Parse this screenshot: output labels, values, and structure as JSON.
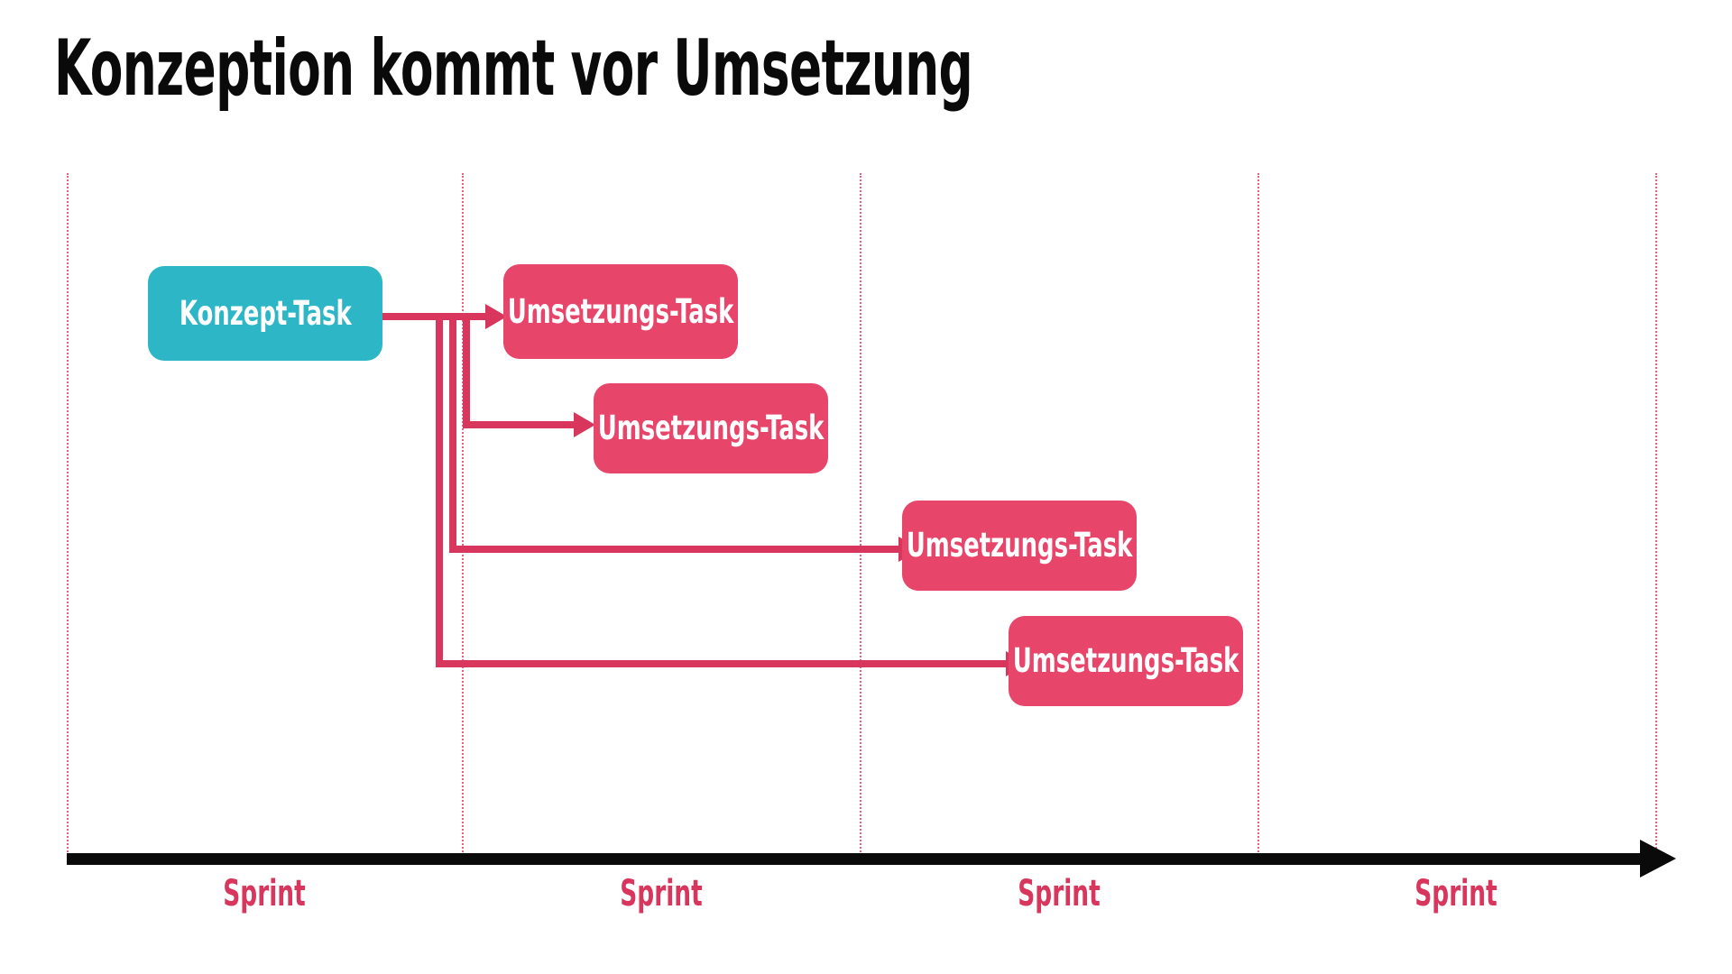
{
  "slide": {
    "title": "Konzeption kommt vor Umsetzung",
    "background_color": "#ffffff"
  },
  "colors": {
    "title_text": "#0a0a0a",
    "concept_task": "#2db6c6",
    "implementation_task": "#e8456b",
    "connector": "#d8365c",
    "gridline": "#e8456b",
    "axis": "#0a0a0a",
    "sprint_label": "#d8365c",
    "task_label_text": "#ffffff"
  },
  "chart_data": {
    "type": "diagram",
    "title": "Konzeption kommt vor Umsetzung",
    "xlabel": "",
    "ylabel": "",
    "grid": true,
    "legend_position": "none",
    "axis": {
      "orientation": "horizontal",
      "arrow": true,
      "tick_labels": [
        "Sprint",
        "Sprint",
        "Sprint",
        "Sprint"
      ],
      "gridline_count": 5
    },
    "nodes": [
      {
        "id": "konzept-task",
        "label": "Konzept-Task",
        "type": "concept",
        "color": "#2db6c6",
        "sprint": 1,
        "row": 1
      },
      {
        "id": "umsetzungs-task-1",
        "label": "Umsetzungs-Task",
        "type": "implementation",
        "color": "#e8456b",
        "sprint": 2,
        "row": 1
      },
      {
        "id": "umsetzungs-task-2",
        "label": "Umsetzungs-Task",
        "type": "implementation",
        "color": "#e8456b",
        "sprint": 2,
        "row": 2
      },
      {
        "id": "umsetzungs-task-3",
        "label": "Umsetzungs-Task",
        "type": "implementation",
        "color": "#e8456b",
        "sprint": 3,
        "row": 3
      },
      {
        "id": "umsetzungs-task-4",
        "label": "Umsetzungs-Task",
        "type": "implementation",
        "color": "#e8456b",
        "sprint": 3,
        "row": 4
      }
    ],
    "edges": [
      {
        "from": "konzept-task",
        "to": "umsetzungs-task-1"
      },
      {
        "from": "konzept-task",
        "to": "umsetzungs-task-2"
      },
      {
        "from": "konzept-task",
        "to": "umsetzungs-task-3"
      },
      {
        "from": "konzept-task",
        "to": "umsetzungs-task-4"
      }
    ]
  },
  "tasks": {
    "concept": {
      "label": "Konzept-Task"
    },
    "implementation_1": {
      "label": "Umsetzungs-Task"
    },
    "implementation_2": {
      "label": "Umsetzungs-Task"
    },
    "implementation_3": {
      "label": "Umsetzungs-Task"
    },
    "implementation_4": {
      "label": "Umsetzungs-Task"
    }
  },
  "axis": {
    "sprints": [
      {
        "label": "Sprint"
      },
      {
        "label": "Sprint"
      },
      {
        "label": "Sprint"
      },
      {
        "label": "Sprint"
      }
    ]
  }
}
